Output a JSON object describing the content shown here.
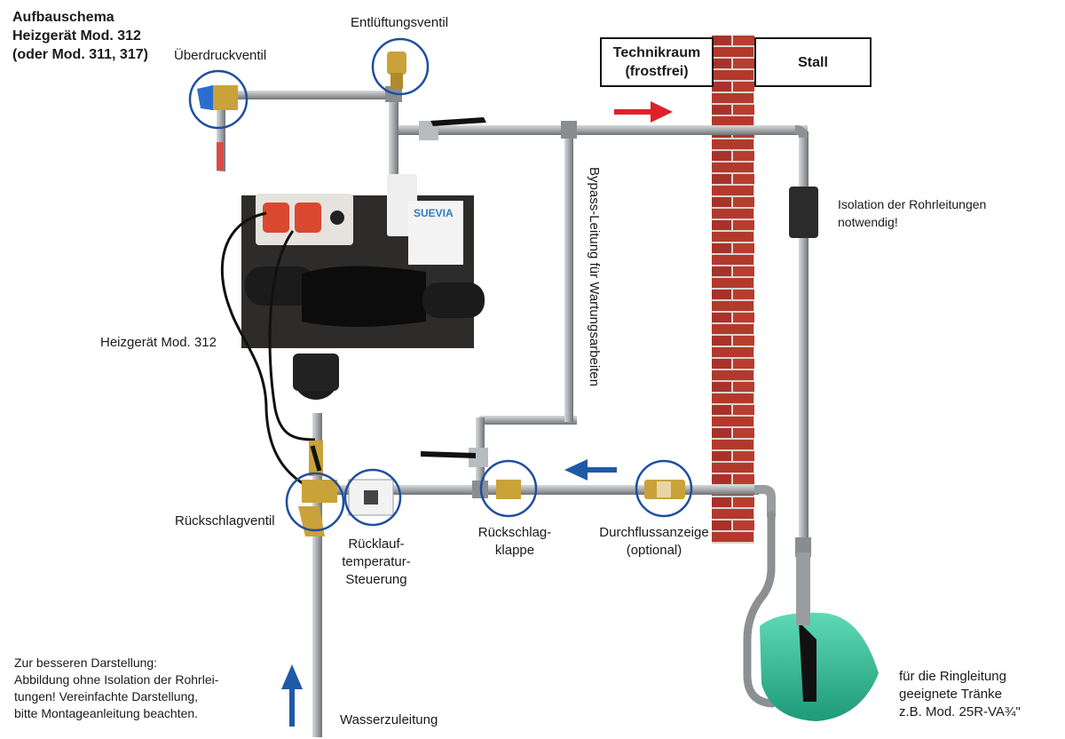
{
  "title": {
    "line1": "Aufbauschema",
    "line2": "Heizgerät Mod. 312",
    "line3": "(oder Mod. 311, 317)"
  },
  "rooms": {
    "left": {
      "line1": "Technikraum",
      "line2": "(frostfrei)"
    },
    "right": "Stall"
  },
  "labels": {
    "ueberdruckventil": "Überdruckventil",
    "entlueftungsventil": "Entlüftungsventil",
    "heizgeraet": "Heizgerät Mod. 312",
    "rueckschlagventil": "Rückschlagventil",
    "ruecklauf": {
      "line1": "Rücklauf-",
      "line2": "temperatur-",
      "line3": "Steuerung"
    },
    "rueckschlagklappe": {
      "line1": "Rückschlag-",
      "line2": "klappe"
    },
    "durchfluss": {
      "line1": "Durchflussanzeige",
      "line2": "(optional)"
    },
    "bypass": "Bypass-Leitung für Wartungsarbeiten",
    "isolation": {
      "line1": "Isolation der Rohrleitungen",
      "line2": "notwendig!"
    },
    "zuleitung": "Wasserzuleitung",
    "traenke": {
      "line1": "für die Ringleitung",
      "line2": "geeignete Tränke",
      "line3": "z.B. Mod. 25R-VA¾\""
    }
  },
  "note": {
    "line1": "Zur besseren Darstellung:",
    "line2": "Abbildung ohne Isolation der Rohrlei-",
    "line3": "tungen! Vereinfachte Darstellung,",
    "line4": "bitte Montageanleitung beachten."
  },
  "device": {
    "brand": "SUEVIA"
  },
  "colors": {
    "pipe": "#9ea1a4",
    "wall": "#b0342a",
    "arrow_flow_out": "#e0202a",
    "arrow_flow_in": "#1f5aa6",
    "highlight_circle": "#1f4f9e",
    "trough": "#3bbf9c",
    "heater_body": "#111111",
    "brass": "#c9a23a"
  }
}
